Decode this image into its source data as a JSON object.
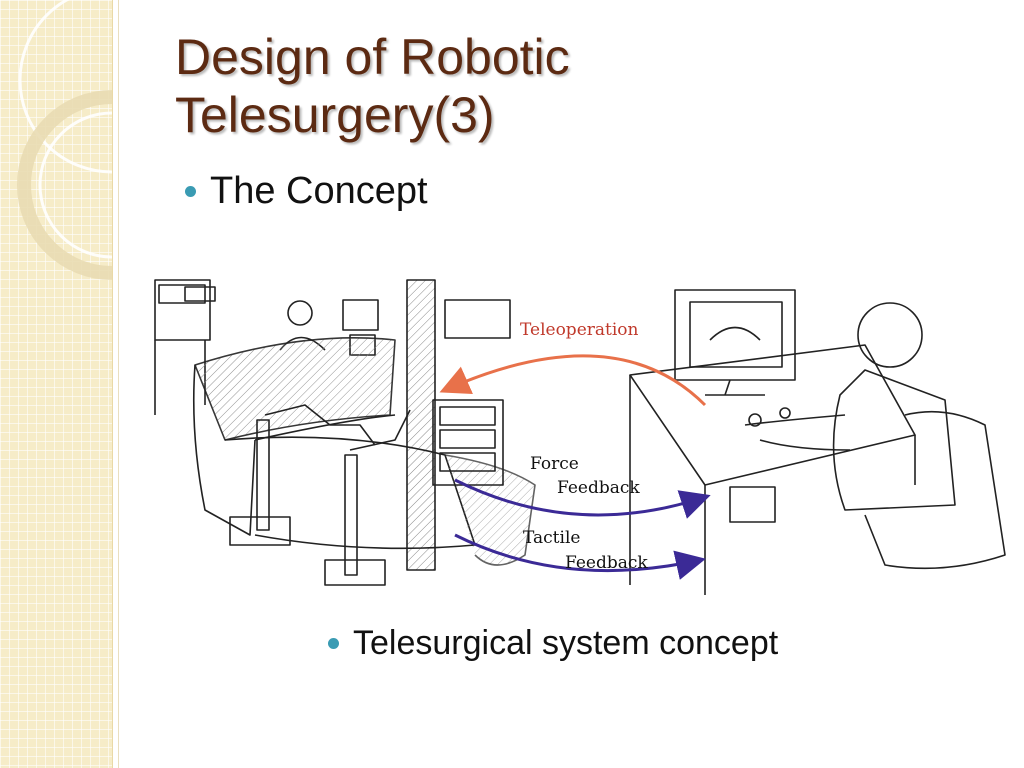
{
  "slide": {
    "title_line1": "Design of Robotic",
    "title_line2": "Telesurgery(3)",
    "bullet_top": "The Concept",
    "bullet_bottom": "Telesurgical system concept"
  },
  "figure": {
    "label_teleoperation": "Teleoperation",
    "label_force_1": "Force",
    "label_force_2": "Feedback",
    "label_tactile_1": "Tactile",
    "label_tactile_2": "Feedback"
  },
  "colors": {
    "title": "#5c2a12",
    "bullet": "#3a9bb3",
    "teleoperation_arrow": "#e8714a",
    "feedback_arrow": "#3b2a96",
    "side_panel": "#f6ecc8"
  }
}
